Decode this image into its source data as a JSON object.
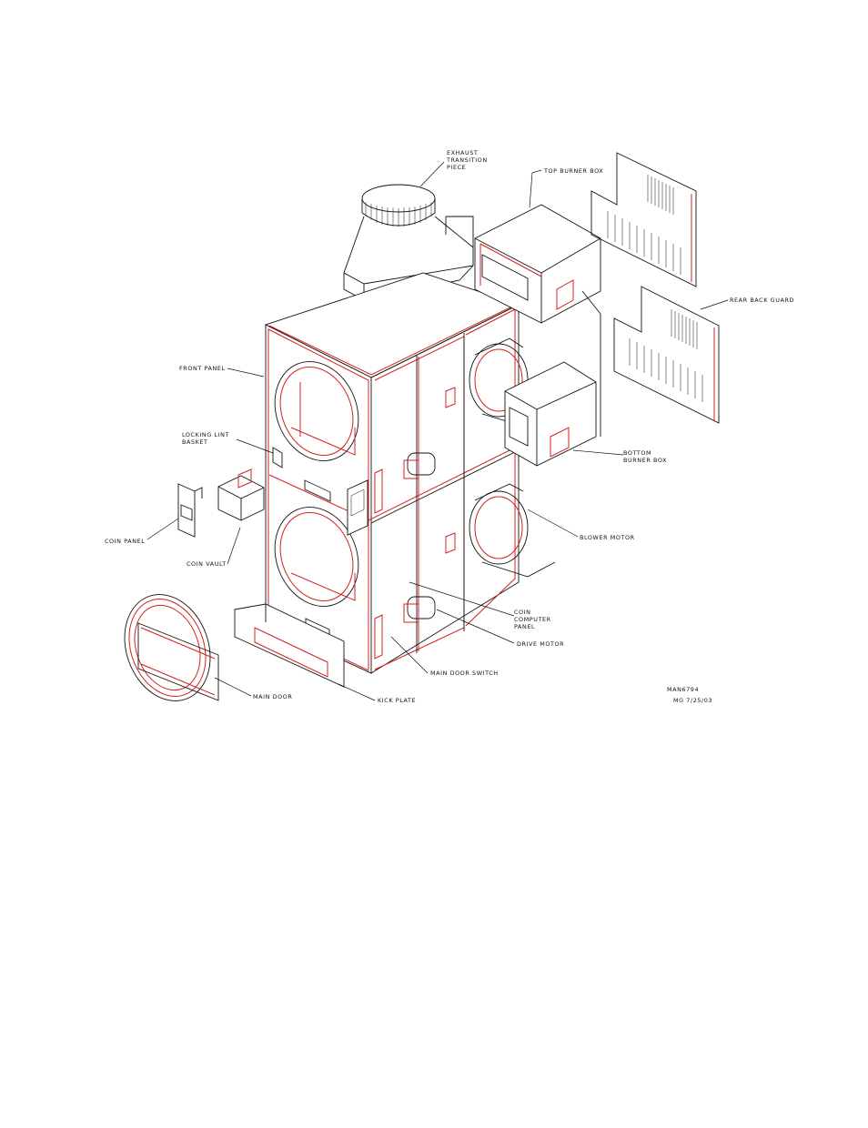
{
  "diagram": {
    "labels": {
      "exhaust": [
        "EXHAUST",
        "TRANSITION",
        "PIECE"
      ],
      "top_burner_box": "TOP BURNER BOX",
      "rear_back_guard": "REAR BACK GUARD",
      "front_panel": "FRONT PANEL",
      "locking_lint_basket": [
        "LOCKING LINT",
        "BASKET"
      ],
      "coin_panel": "COIN PANEL",
      "coin_vault": "COIN VAULT",
      "bottom_burner_box": [
        "BOTTOM",
        "BURNER BOX"
      ],
      "blower_motor": "BLOWER MOTOR",
      "coin_computer_panel": [
        "COIN",
        "COMPUTER",
        "PANEL"
      ],
      "drive_motor": "DRIVE MOTOR",
      "main_door_switch": "MAIN DOOR SWITCH",
      "main_door": "MAIN DOOR",
      "kick_plate": "KICK PLATE"
    },
    "drawing_id": "MAN6794",
    "drawing_date": "MG 7/25/03",
    "colors": {
      "lines": "#111111",
      "highlight": "#d42020",
      "background": "#ffffff"
    }
  }
}
